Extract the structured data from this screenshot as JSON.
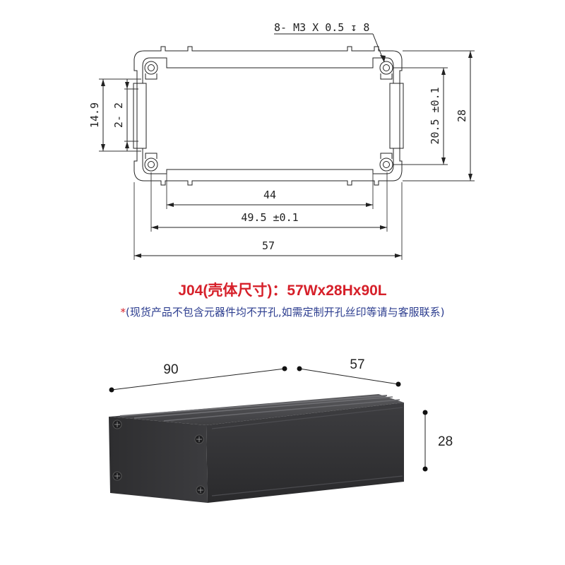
{
  "profile": {
    "thread_callout": "8- M3 X 0.5 ↧ 8",
    "dims": {
      "inner_width": "44",
      "rail_spacing": "49.5 ±0.1",
      "overall_width": "57",
      "slot_height": "14.9",
      "slot_pitch": "2- 2",
      "hole_spacing": "20.5 ±0.1",
      "overall_height": "28"
    }
  },
  "title": "J04(壳体尺寸)：57Wx28Hx90L",
  "note": {
    "star": "*",
    "text": "(现货产品不包含元器件均不开孔,如需定制开孔丝印等请与客服联系)"
  },
  "box": {
    "length": "90",
    "width": "57",
    "height": "28"
  },
  "colors": {
    "title": "#d6202a",
    "note": "#2c3d8f",
    "enclosure_body": "#3a3a3c"
  }
}
